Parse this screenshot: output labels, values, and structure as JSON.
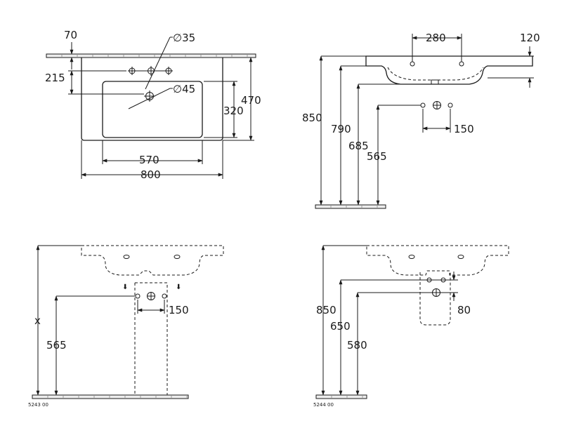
{
  "drawing": {
    "view_top": {
      "dims": {
        "d70": "70",
        "d35": "∅35",
        "d215": "215",
        "d45": "∅45",
        "d320": "320",
        "d470": "470",
        "d570": "570",
        "d800": "800"
      }
    },
    "view_side": {
      "dims": {
        "d280": "280",
        "d120": "120",
        "d850": "850",
        "d790": "790",
        "d685": "685",
        "d565": "565",
        "d150": "150"
      }
    },
    "view_pedestal": {
      "dims": {
        "dx": "x",
        "d565": "565",
        "d150": "150"
      },
      "code": "5243 00"
    },
    "view_semi_pedestal": {
      "dims": {
        "d850": "850",
        "d650": "650",
        "d580": "580",
        "d80": "80"
      },
      "code": "5244 00"
    }
  }
}
